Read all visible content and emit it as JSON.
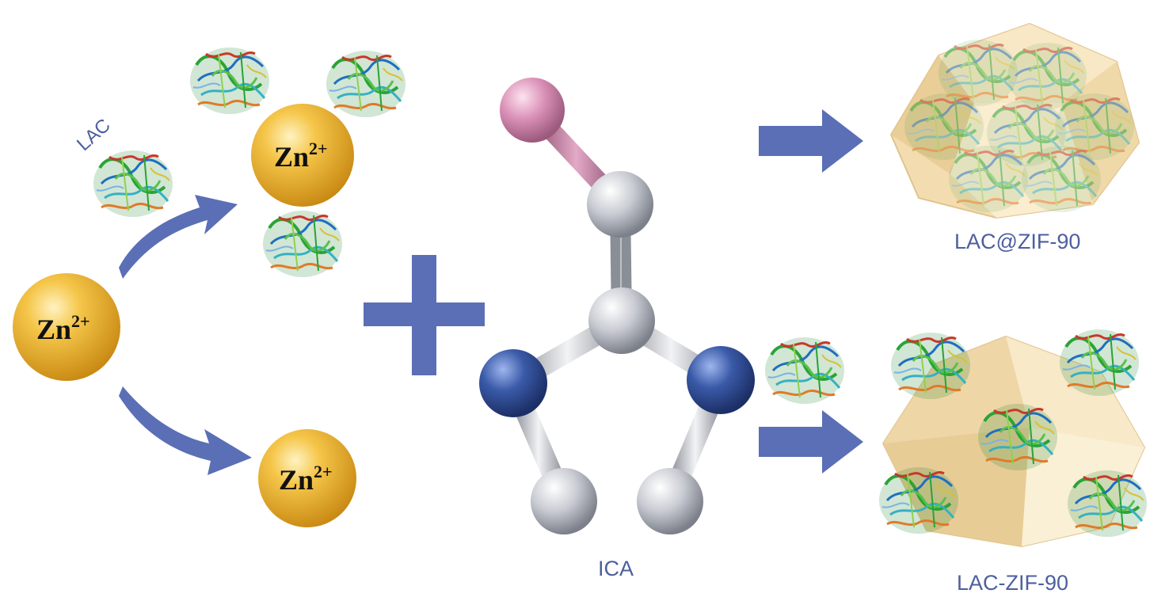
{
  "labels": {
    "lac": "LAC",
    "ica": "ICA",
    "lac_at_zif": "LAC@ZIF-90",
    "lac_dash_zif": "LAC-ZIF-90"
  },
  "zn_ions": [
    {
      "base": "Zn",
      "sup": "2+"
    },
    {
      "base": "Zn",
      "sup": "2+"
    },
    {
      "base": "Zn",
      "sup": "2+"
    }
  ],
  "colors": {
    "arrow": "#5a6fb5",
    "label_text": "#4d5f9e",
    "zn_sphere": "#f0b63a",
    "nitrogen_atom": "#3a5aa8",
    "carbon_atom": "#cfd3da",
    "oxygen_atom": "#d98fb6",
    "zif_crystal": "#f3ddb0"
  },
  "icons": [
    "curved-arrow",
    "plus-sign",
    "block-arrow",
    "protein-cluster",
    "molecule-ball-stick",
    "crystal-dodecahedron"
  ]
}
